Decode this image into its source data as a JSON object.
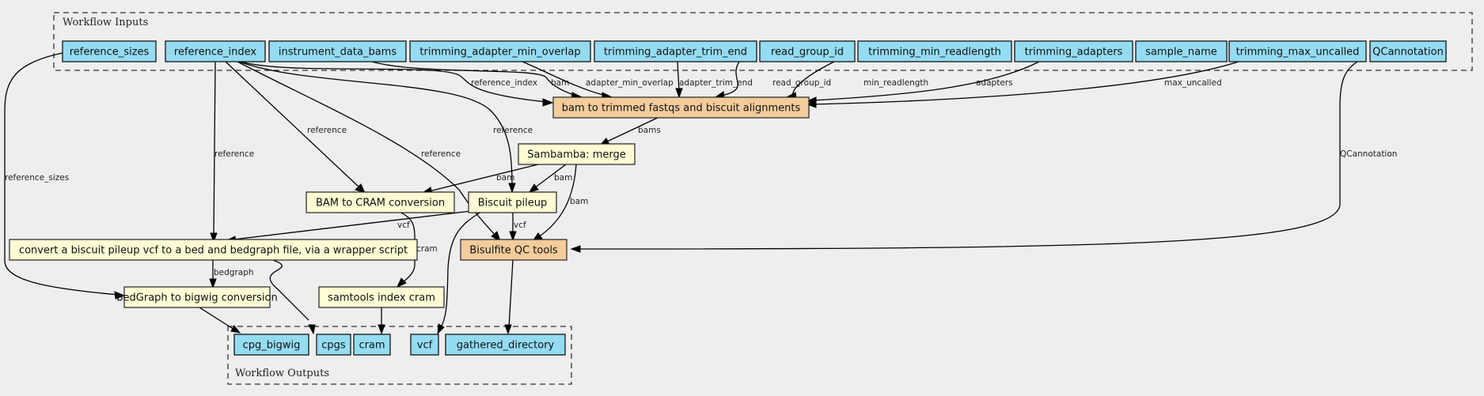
{
  "clusters": {
    "inputs_title": "Workflow Inputs",
    "outputs_title": "Workflow Outputs"
  },
  "inputs": [
    {
      "id": "reference_sizes",
      "label": "reference_sizes"
    },
    {
      "id": "reference_index",
      "label": "reference_index"
    },
    {
      "id": "instrument_data_bams",
      "label": "instrument_data_bams"
    },
    {
      "id": "trimming_adapter_min_overlap",
      "label": "trimming_adapter_min_overlap"
    },
    {
      "id": "trimming_adapter_trim_end",
      "label": "trimming_adapter_trim_end"
    },
    {
      "id": "read_group_id",
      "label": "read_group_id"
    },
    {
      "id": "trimming_min_readlength",
      "label": "trimming_min_readlength"
    },
    {
      "id": "trimming_adapters",
      "label": "trimming_adapters"
    },
    {
      "id": "sample_name",
      "label": "sample_name"
    },
    {
      "id": "trimming_max_uncalled",
      "label": "trimming_max_uncalled"
    },
    {
      "id": "QCannotation",
      "label": "QCannotation"
    }
  ],
  "steps": [
    {
      "id": "bam_to_trimmed",
      "label": "bam to trimmed fastqs and biscuit alignments",
      "kind": "subworkflow"
    },
    {
      "id": "merge",
      "label": "Sambamba: merge",
      "kind": "tool"
    },
    {
      "id": "bam_to_cram",
      "label": "BAM to CRAM conversion",
      "kind": "tool"
    },
    {
      "id": "pileup",
      "label": "Biscuit pileup",
      "kind": "tool"
    },
    {
      "id": "bisulfite_qc",
      "label": "Bisulfite QC tools",
      "kind": "subworkflow"
    },
    {
      "id": "vcf2bedgraph",
      "label": "convert a biscuit pileup vcf to a bed and bedgraph file, via a wrapper script",
      "kind": "tool"
    },
    {
      "id": "bedgraph_to_bigwig",
      "label": "bedGraph to bigwig conversion",
      "kind": "tool"
    },
    {
      "id": "index_cram",
      "label": "samtools index cram",
      "kind": "tool"
    }
  ],
  "outputs": [
    {
      "id": "cpg_bigwig",
      "label": "cpg_bigwig"
    },
    {
      "id": "cpgs",
      "label": "cpgs"
    },
    {
      "id": "cram",
      "label": "cram"
    },
    {
      "id": "vcf",
      "label": "vcf"
    },
    {
      "id": "gathered_directory",
      "label": "gathered_directory"
    }
  ],
  "edges": [
    {
      "from": "reference_sizes",
      "to": "bedgraph_to_bigwig",
      "label": "reference_sizes"
    },
    {
      "from": "reference_index",
      "to": "vcf2bedgraph",
      "label": "reference"
    },
    {
      "from": "reference_index",
      "to": "bam_to_cram",
      "label": "reference"
    },
    {
      "from": "reference_index",
      "to": "bisulfite_qc",
      "label": "reference"
    },
    {
      "from": "reference_index",
      "to": "pileup",
      "label": "reference"
    },
    {
      "from": "reference_index",
      "to": "bam_to_trimmed",
      "label": "reference_index"
    },
    {
      "from": "instrument_data_bams",
      "to": "bam_to_trimmed",
      "label": "bam"
    },
    {
      "from": "trimming_adapter_min_overlap",
      "to": "bam_to_trimmed",
      "label": "adapter_min_overlap"
    },
    {
      "from": "trimming_adapter_trim_end",
      "to": "bam_to_trimmed",
      "label": "adapter_trim_end"
    },
    {
      "from": "read_group_id",
      "to": "bam_to_trimmed",
      "label": "read_group_id"
    },
    {
      "from": "trimming_min_readlength",
      "to": "bam_to_trimmed",
      "label": "min_readlength"
    },
    {
      "from": "trimming_adapters",
      "to": "bam_to_trimmed",
      "label": "adapters"
    },
    {
      "from": "trimming_max_uncalled",
      "to": "bam_to_trimmed",
      "label": "max_uncalled"
    },
    {
      "from": "QCannotation",
      "to": "bisulfite_qc",
      "label": "QCannotation"
    },
    {
      "from": "bam_to_trimmed",
      "to": "merge",
      "label": "bams"
    },
    {
      "from": "merge",
      "to": "bam_to_cram",
      "label": "bam"
    },
    {
      "from": "merge",
      "to": "pileup",
      "label": "bam"
    },
    {
      "from": "merge",
      "to": "bisulfite_qc",
      "label": "bam"
    },
    {
      "from": "pileup",
      "to": "vcf2bedgraph",
      "label": "vcf"
    },
    {
      "from": "pileup",
      "to": "bisulfite_qc",
      "label": "vcf"
    },
    {
      "from": "bam_to_cram",
      "to": "index_cram",
      "label": "cram"
    },
    {
      "from": "vcf2bedgraph",
      "to": "bedgraph_to_bigwig",
      "label": "bedgraph"
    },
    {
      "from": "vcf2bedgraph",
      "to": "cpgs",
      "label": ""
    },
    {
      "from": "bedgraph_to_bigwig",
      "to": "cpg_bigwig",
      "label": ""
    },
    {
      "from": "index_cram",
      "to": "cram",
      "label": ""
    },
    {
      "from": "pileup",
      "to": "vcf",
      "label": ""
    },
    {
      "from": "bisulfite_qc",
      "to": "gathered_directory",
      "label": ""
    }
  ]
}
